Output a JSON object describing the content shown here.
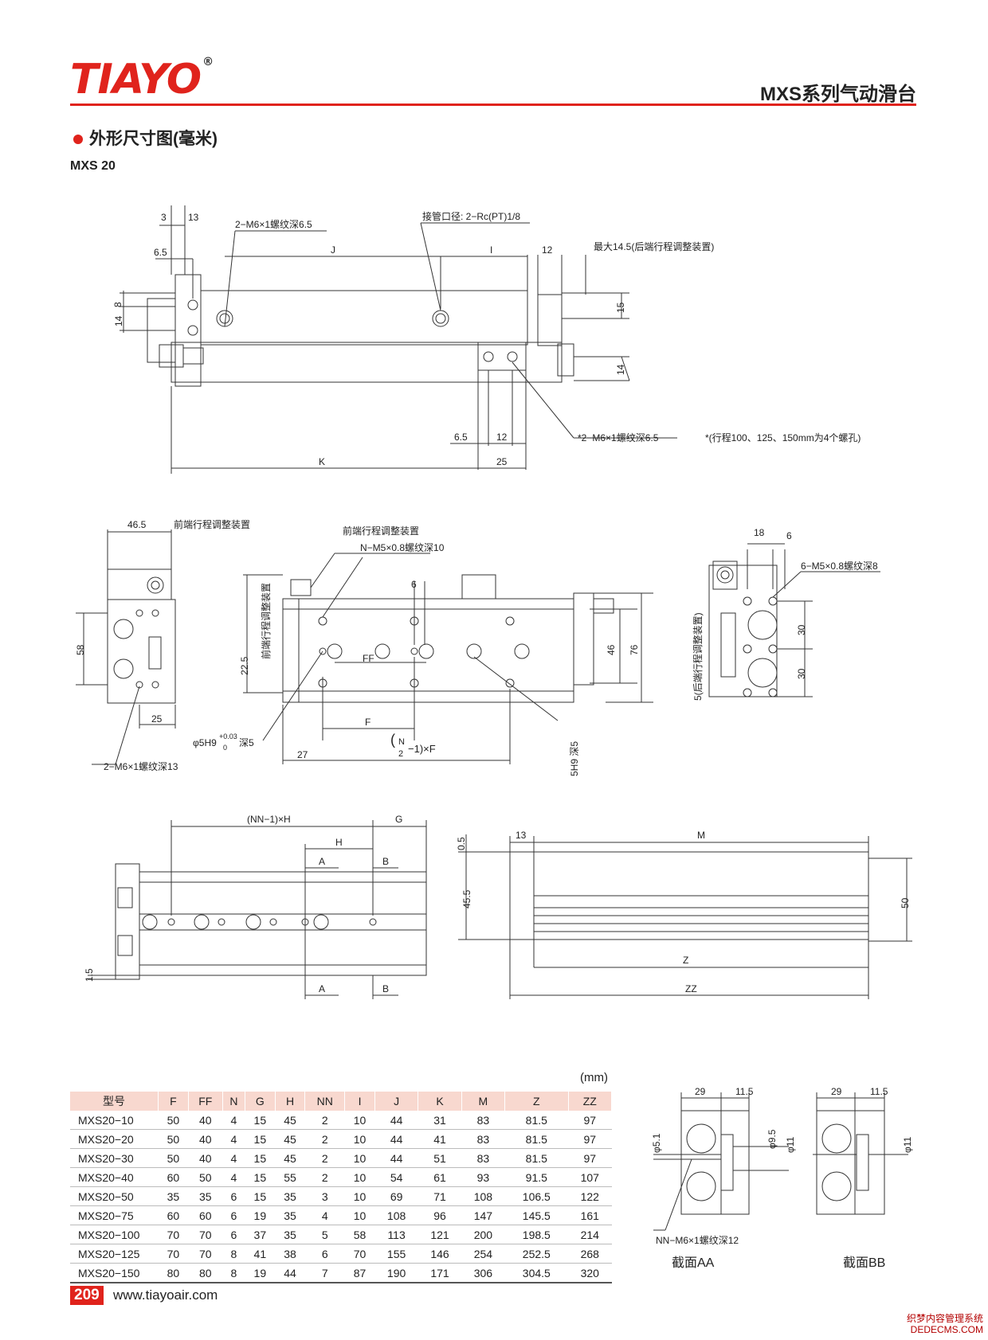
{
  "brand": {
    "logo_text": "TIAYO",
    "reg_mark": "®"
  },
  "header": {
    "series_title": "MXS系列气动滑台"
  },
  "section": {
    "title": "外形尺寸图(毫米)",
    "model": "MXS 20"
  },
  "drawing_labels": {
    "top_view": {
      "d3": "3",
      "d13": "13",
      "d6_5": "6.5",
      "d8": "8",
      "d14": "14",
      "thread_front": "2−M6×1螺纹深6.5",
      "port": "接管口径: 2−Rc(PT)1/8",
      "J": "J",
      "I": "I",
      "d12": "12",
      "max_adj": "最大14.5(后端行程调整装置)",
      "d15": "15",
      "d14b": "14",
      "d6_5b": "6.5",
      "d12b": "12",
      "thread_rear": "*2−M6×1螺纹深6.5",
      "note": "*(行程100、125、150mm为4个螺孔)",
      "K": "K",
      "d25": "25"
    },
    "side_left": {
      "d46_5": "46.5",
      "front_adj": "前端行程调整装置",
      "d58": "58",
      "d25": "25",
      "thread": "2−M6×1螺纹深13"
    },
    "front_view": {
      "front_adj": "前端行程调整装置",
      "thread": "N−M5×0.8螺纹深10",
      "d6": "6",
      "vert_label": "前端行程调整装置",
      "d22_5": "22.5",
      "FF": "FF",
      "F": "F",
      "pin": "φ5H9",
      "tol_upper": "+0.03",
      "tol_lower": "0",
      "pin_depth": "深5",
      "d27": "27",
      "formula_n": "N",
      "formula_d": "2",
      "formula_rest": "−1)×F",
      "d46": "46",
      "d76": "76",
      "rear_vert": "5(后端行程调整装置)",
      "pin_vert": "5H9 深5"
    },
    "end_view": {
      "d18": "18",
      "d6": "6",
      "thread": "6−M5×0.8螺纹深8",
      "d30a": "30",
      "d30b": "30"
    },
    "bottom_view": {
      "NN_H": "(NN−1)×H",
      "G": "G",
      "H": "H",
      "A": "A",
      "B": "B",
      "d1_5": "1.5"
    },
    "side_view": {
      "d13": "13",
      "M": "M",
      "d0_5": "0.5",
      "d45_5": "45.5",
      "d50": "50",
      "Z": "Z",
      "ZZ": "ZZ"
    },
    "sections": {
      "d29a": "29",
      "d11_5a": "11.5",
      "d5_1": "φ5.1",
      "d9_5": "φ9.5",
      "d11a": "φ11",
      "thread": "NN−M6×1螺纹深12",
      "caption_aa": "截面AA",
      "d29b": "29",
      "d11_5b": "11.5",
      "d11b": "φ11",
      "caption_bb": "截面BB"
    }
  },
  "table": {
    "unit": "(mm)",
    "headers": [
      "型号",
      "F",
      "FF",
      "N",
      "G",
      "H",
      "NN",
      "I",
      "J",
      "K",
      "M",
      "Z",
      "ZZ"
    ],
    "rows": [
      [
        "MXS20−10",
        "50",
        "40",
        "4",
        "15",
        "45",
        "2",
        "10",
        "44",
        "31",
        "83",
        "81.5",
        "97"
      ],
      [
        "MXS20−20",
        "50",
        "40",
        "4",
        "15",
        "45",
        "2",
        "10",
        "44",
        "41",
        "83",
        "81.5",
        "97"
      ],
      [
        "MXS20−30",
        "50",
        "40",
        "4",
        "15",
        "45",
        "2",
        "10",
        "44",
        "51",
        "83",
        "81.5",
        "97"
      ],
      [
        "MXS20−40",
        "60",
        "50",
        "4",
        "15",
        "55",
        "2",
        "10",
        "54",
        "61",
        "93",
        "91.5",
        "107"
      ],
      [
        "MXS20−50",
        "35",
        "35",
        "6",
        "15",
        "35",
        "3",
        "10",
        "69",
        "71",
        "108",
        "106.5",
        "122"
      ],
      [
        "MXS20−75",
        "60",
        "60",
        "6",
        "19",
        "35",
        "4",
        "10",
        "108",
        "96",
        "147",
        "145.5",
        "161"
      ],
      [
        "MXS20−100",
        "70",
        "70",
        "6",
        "37",
        "35",
        "5",
        "58",
        "113",
        "121",
        "200",
        "198.5",
        "214"
      ],
      [
        "MXS20−125",
        "70",
        "70",
        "8",
        "41",
        "38",
        "6",
        "70",
        "155",
        "146",
        "254",
        "252.5",
        "268"
      ],
      [
        "MXS20−150",
        "80",
        "80",
        "8",
        "19",
        "44",
        "7",
        "87",
        "190",
        "171",
        "306",
        "304.5",
        "320"
      ]
    ]
  },
  "footer": {
    "page_number": "209",
    "website": "www.tiayoair.com"
  },
  "watermark": {
    "line1": "织梦内容管理系统",
    "line2": "DEDECMS.COM"
  }
}
